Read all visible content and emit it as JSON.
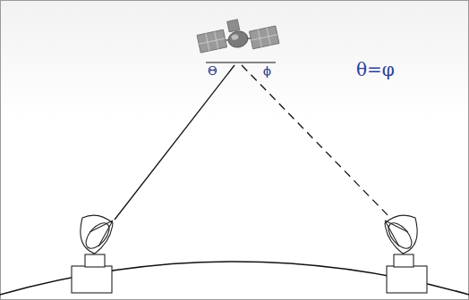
{
  "diagram": {
    "labels": [
      "Θ",
      "ϕ",
      "θ=φ"
    ]
  }
}
